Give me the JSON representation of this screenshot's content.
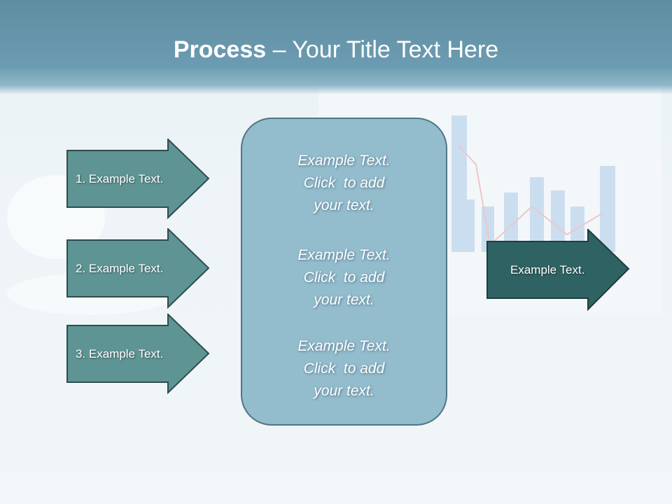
{
  "title": {
    "bold": "Process",
    "rest": " – Your Title Text Here"
  },
  "left_arrows": [
    {
      "label": "1. Example Text."
    },
    {
      "label": "2. Example Text."
    },
    {
      "label": "3. Example Text."
    }
  ],
  "center_box": {
    "blocks": [
      {
        "lines": [
          "Example Text.",
          "Click  to add",
          "your text."
        ]
      },
      {
        "lines": [
          "Example Text.",
          "Click  to add",
          "your text."
        ]
      },
      {
        "lines": [
          "Example Text.",
          "Click  to add",
          "your text."
        ]
      }
    ]
  },
  "right_arrow": {
    "label": "Example Text."
  },
  "colors": {
    "arrow_fill": "#5f9494",
    "arrow_dark": "#2f6262",
    "box_fill": "#93bccd",
    "band": "#6c9cb2"
  }
}
